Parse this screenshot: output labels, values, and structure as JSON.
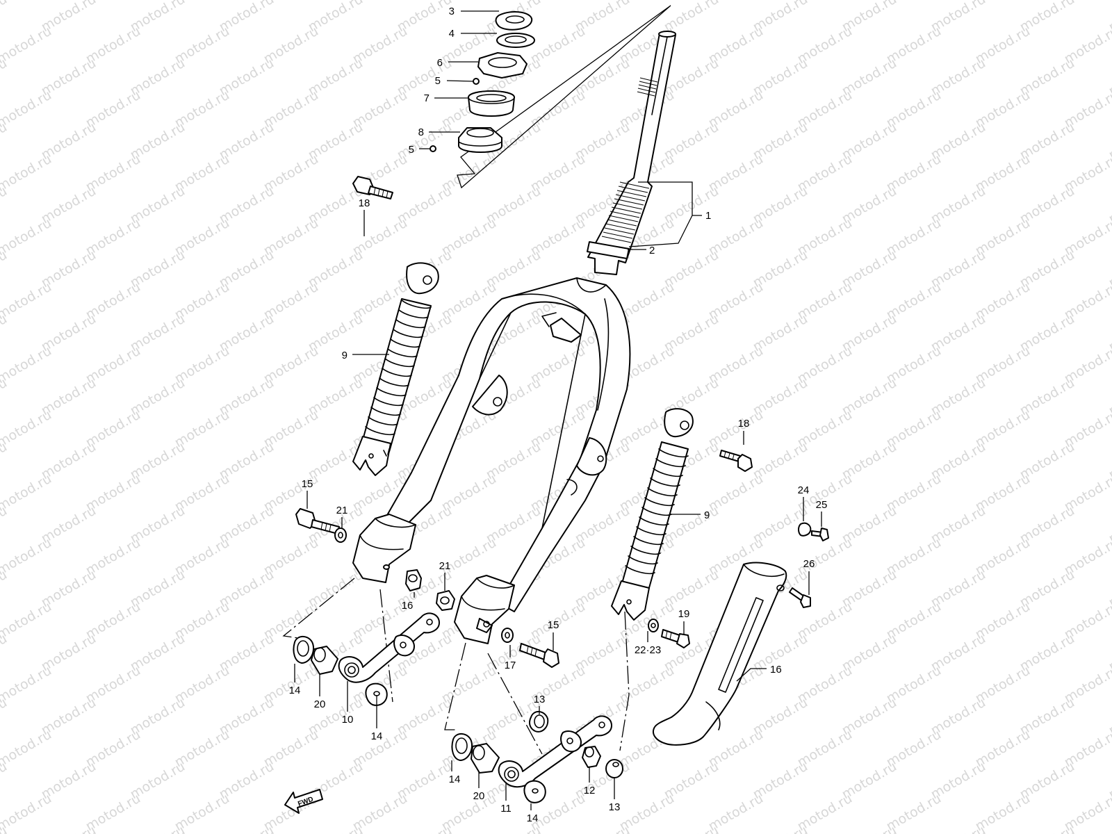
{
  "watermark": {
    "text": "motod.ru"
  },
  "fwd_arrow": {
    "label": "FWD"
  },
  "callouts": [
    {
      "id": "c3",
      "text": "3"
    },
    {
      "id": "c4",
      "text": "4"
    },
    {
      "id": "c6",
      "text": "6"
    },
    {
      "id": "c5a",
      "text": "5"
    },
    {
      "id": "c7",
      "text": "7"
    },
    {
      "id": "c8",
      "text": "8"
    },
    {
      "id": "c5b",
      "text": "5"
    },
    {
      "id": "c1",
      "text": "1"
    },
    {
      "id": "c2",
      "text": "2"
    },
    {
      "id": "c18a",
      "text": "18"
    },
    {
      "id": "c9a",
      "text": "9"
    },
    {
      "id": "c18b",
      "text": "18"
    },
    {
      "id": "c9b",
      "text": "9"
    },
    {
      "id": "c24",
      "text": "24"
    },
    {
      "id": "c25",
      "text": "25"
    },
    {
      "id": "c26",
      "text": "26"
    },
    {
      "id": "c16a",
      "text": "16"
    },
    {
      "id": "c15a",
      "text": "15"
    },
    {
      "id": "c21a",
      "text": "21"
    },
    {
      "id": "c21b",
      "text": "21"
    },
    {
      "id": "c16b",
      "text": "16"
    },
    {
      "id": "c15b",
      "text": "15"
    },
    {
      "id": "c17",
      "text": "17"
    },
    {
      "id": "c19",
      "text": "19"
    },
    {
      "id": "c2223",
      "text": "22·23"
    },
    {
      "id": "c14a",
      "text": "14"
    },
    {
      "id": "c20a",
      "text": "20"
    },
    {
      "id": "c10",
      "text": "10"
    },
    {
      "id": "c14b",
      "text": "14"
    },
    {
      "id": "c13a",
      "text": "13"
    },
    {
      "id": "c14c",
      "text": "14"
    },
    {
      "id": "c20b",
      "text": "20"
    },
    {
      "id": "c11",
      "text": "11"
    },
    {
      "id": "c14d",
      "text": "14"
    },
    {
      "id": "c12",
      "text": "12"
    },
    {
      "id": "c13b",
      "text": "13"
    }
  ]
}
